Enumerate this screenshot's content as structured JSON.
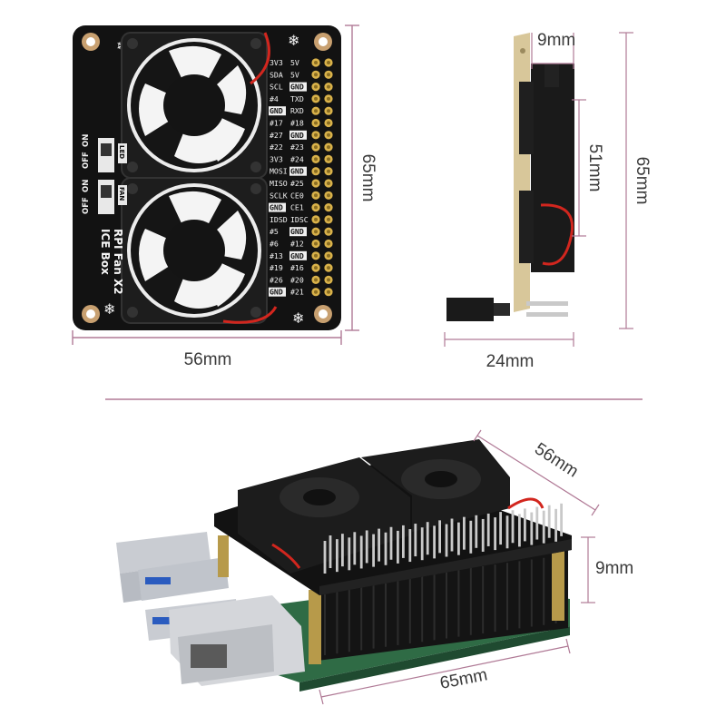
{
  "colors": {
    "dimension_line": "#b07a96",
    "board": "#121212",
    "silkscreen": "#f0f0f0",
    "gold_pin": "#d9b24a",
    "silver_pin": "#c9c9c9",
    "fan_red_wire": "#d2261e",
    "green_pcb": "#2f6b45"
  },
  "dimensions": {
    "top_width": "56mm",
    "top_height": "65mm",
    "side_depth": "9mm",
    "side_fan": "51mm",
    "side_height": "65mm",
    "side_width": "24mm",
    "iso_width": "56mm",
    "iso_height": "9mm",
    "iso_length": "65mm"
  },
  "board": {
    "title_line1": "ICE Box",
    "title_line2": "RPI Fan X2",
    "switch_fan": {
      "name": "FAN",
      "off": "OFF",
      "on": "ON"
    },
    "switch_led": {
      "name": "LED",
      "off": "OFF",
      "on": "ON"
    },
    "pins_left": [
      "3V3",
      "SDA",
      "SCL",
      "#4",
      "GND",
      "#17",
      "#27",
      "#22",
      "3V3",
      "MOSI",
      "MISO",
      "SCLK",
      "GND",
      "IDSD",
      "#5",
      "#6",
      "#13",
      "#19",
      "#26",
      "GND"
    ],
    "pins_right": [
      "5V",
      "5V",
      "GND",
      "TXD",
      "RXD",
      "#18",
      "GND",
      "#23",
      "#24",
      "GND",
      "#25",
      "CE0",
      "CE1",
      "IDSC",
      "GND",
      "#12",
      "GND",
      "#16",
      "#20",
      "#21"
    ]
  }
}
